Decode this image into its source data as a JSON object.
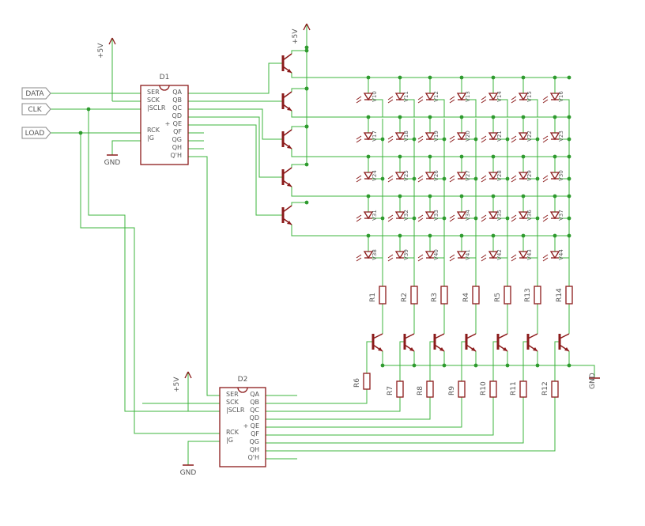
{
  "colors": {
    "wire": "#3cb43c",
    "part": "#8b1a1a",
    "junction": "#2e9a2e",
    "label": "#555555"
  },
  "signals": [
    "DATA",
    "CLK",
    "LOAD"
  ],
  "power": {
    "vcc": "+5V",
    "gnd": "GND"
  },
  "chips": [
    {
      "name": "D1",
      "left_pins": [
        "SER",
        "SCK",
        "|SCLR",
        "RCK",
        "|G"
      ],
      "right_pins": [
        "QA",
        "QB",
        "QC",
        "QD",
        "QE",
        "QF",
        "QG",
        "QH",
        "Q'H"
      ]
    },
    {
      "name": "D2",
      "left_pins": [
        "SER",
        "SCK",
        "|SCLR",
        "RCK",
        "|G"
      ],
      "right_pins": [
        "QA",
        "QB",
        "QC",
        "QD",
        "QE",
        "QF",
        "QG",
        "QH",
        "Q'H"
      ]
    }
  ],
  "led_rows": [
    [
      "V10",
      "V11",
      "V12",
      "V13",
      "V14",
      "V15",
      "V16"
    ],
    [
      "V17",
      "V18",
      "V19",
      "V20",
      "V21",
      "V22",
      "V23"
    ],
    [
      "V24",
      "V25",
      "V26",
      "V27",
      "V28",
      "V29",
      "V30"
    ],
    [
      "V31",
      "V32",
      "V33",
      "V34",
      "V35",
      "V36",
      "V37"
    ],
    [
      "V38",
      "V39",
      "V40",
      "V41",
      "V42",
      "V43",
      "V44"
    ]
  ],
  "column_resistors": [
    "R1",
    "R2",
    "R3",
    "R4",
    "R5",
    "R13",
    "R14"
  ],
  "base_resistors": [
    "R6",
    "R7",
    "R8",
    "R9",
    "R10",
    "R11",
    "R12"
  ]
}
